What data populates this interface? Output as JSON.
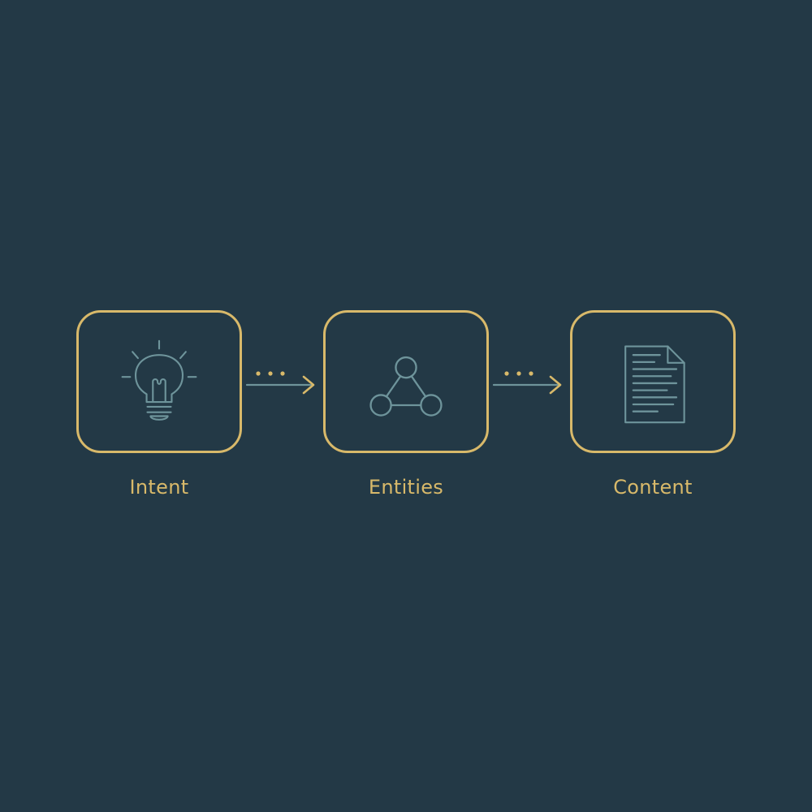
{
  "colors": {
    "background": "#233946",
    "accent": "#D8B96A",
    "icon": "#6E949B"
  },
  "steps": [
    {
      "label": "Intent",
      "icon": "lightbulb-icon"
    },
    {
      "label": "Entities",
      "icon": "network-graph-icon"
    },
    {
      "label": "Content",
      "icon": "document-icon"
    }
  ],
  "connectors": [
    {
      "style": "dotted-arrow"
    },
    {
      "style": "dotted-arrow"
    }
  ]
}
